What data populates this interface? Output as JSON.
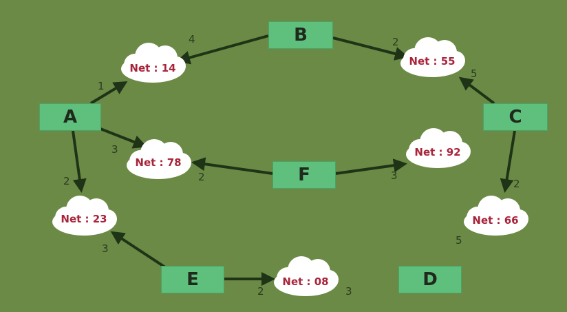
{
  "routers": {
    "A": "A",
    "B": "B",
    "C": "C",
    "D": "D",
    "E": "E",
    "F": "F"
  },
  "networks": {
    "n14": "Net : 14",
    "n55": "Net : 55",
    "n78": "Net : 78",
    "n92": "Net : 92",
    "n23": "Net : 23",
    "n66": "Net : 66",
    "n08": "Net : 08"
  },
  "link_costs": {
    "b_to_14": "4",
    "b_to_55": "2",
    "c_to_55": "5",
    "a_to_14": "1",
    "a_to_78": "3",
    "a_to_23": "2",
    "f_to_78": "2",
    "f_to_92": "3",
    "c_to_66": "2",
    "n66_extra": "5",
    "e_to_23": "3",
    "e_to_08": "2",
    "n08_extra": "3"
  },
  "colors": {
    "background": "#6b8a45",
    "router_fill": "#5fbf7d",
    "cloud_fill": "#ffffff",
    "net_text": "#a8243a",
    "arrow": "#1f3317"
  }
}
